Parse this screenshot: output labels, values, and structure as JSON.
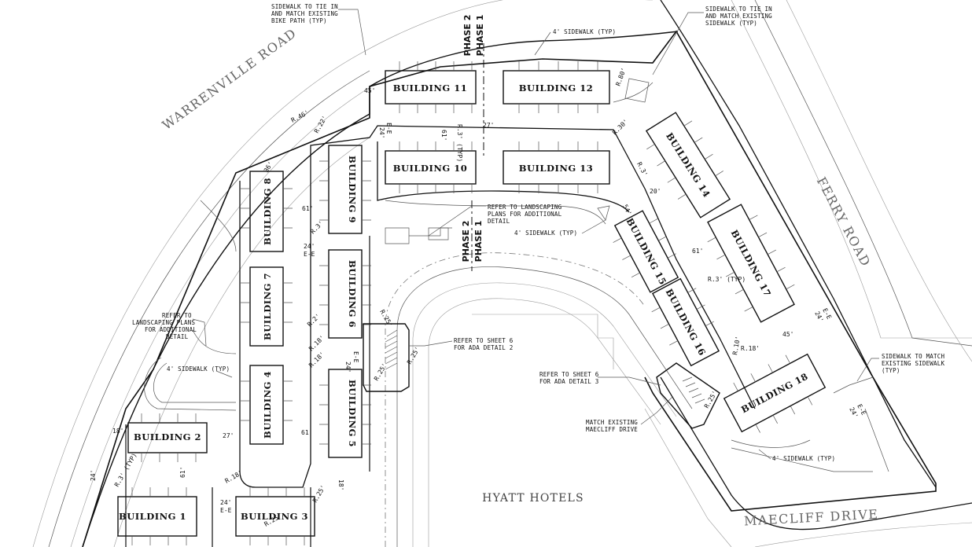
{
  "roads": {
    "warrenville": "WARRENVILLE ROAD",
    "ferry": "FERRY ROAD",
    "maecliff": "MAECLIFF DRIVE",
    "hyatt": "HYATT HOTELS"
  },
  "phases": {
    "top_phase2": "PHASE 2",
    "top_phase1": "PHASE 1",
    "mid_phase2": "PHASE 2",
    "mid_phase1": "PHASE 1"
  },
  "buildings": {
    "b1": "BUILDING 1",
    "b2": "BUILDING 2",
    "b3": "BUILDING 3",
    "b4": "BUILDING 4",
    "b5": "BUILDING 5",
    "b6": "BUILDING 6",
    "b7": "BUILDING 7",
    "b8": "BUILDING 8",
    "b9": "BUILDING 9",
    "b10": "BUILDING 10",
    "b11": "BUILDING 11",
    "b12": "BUILDING 12",
    "b13": "BUILDING 13",
    "b14": "BUILDING 14",
    "b15": "BUILDING 15",
    "b16": "BUILDING 16",
    "b17": "BUILDING 17",
    "b18": "BUILDING 18"
  },
  "notes": {
    "bike_path": [
      "SIDEWALK TO TIE IN",
      "AND MATCH EXISTING",
      "BIKE PATH (TYP)"
    ],
    "sidewalk_tie_ne": [
      "SIDEWALK TO TIE IN",
      "AND MATCH EXISTING",
      "SIDEWALK (TYP)"
    ],
    "sidewalk_top": "4' SIDEWALK (TYP)",
    "landscaping_mid": [
      "REFER TO LANDSCAPING",
      "PLANS FOR ADDITIONAL",
      "DETAIL"
    ],
    "sidewalk_mid": "4' SIDEWALK (TYP)",
    "landscaping_left": [
      "REFER TO",
      "LANDSCAPING PLANS",
      "FOR ADDITIONAL",
      "DETAIL"
    ],
    "sidewalk_left": "4' SIDEWALK (TYP)",
    "ada2": [
      "REFER TO SHEET 6",
      "FOR ADA DETAIL 2"
    ],
    "ada3": [
      "REFER TO SHEET 6",
      "FOR ADA DETAIL 3"
    ],
    "maecliff_match": [
      "MATCH EXISTING",
      "MAECLIFF DRIVE"
    ],
    "sidewalk_match_se": [
      "SIDEWALK TO MATCH",
      "EXISTING SIDEWALK",
      "(TYP)"
    ],
    "sidewalk_bottom": "4' SIDEWALK (TYP)"
  },
  "dimensions": {
    "d45": "45'",
    "r46": "R.46'",
    "d24ee_top": "24'",
    "ee_top": "E-E",
    "d61_top": "61'",
    "r3typ_top": "R.3' (TYP)",
    "d27_top": "27'",
    "r80": "R.80'",
    "r30": "R.30'",
    "d20": "20'",
    "r22": "R.22'",
    "d36": "36'",
    "d61_8": "61'",
    "r3_8": "R.3'",
    "d24_7": "24'",
    "ee_7": "E-E",
    "r2": "R.2'",
    "r18_6": "R.18'",
    "r18_5": "R.18'",
    "d24_5": "24'",
    "ee_5": "E-E",
    "r25_a": "R.25'",
    "r25_b": "R.25'",
    "r25_c": "R.25'",
    "d61_5": "61'",
    "d18_2": "18'",
    "d27_2": "27'",
    "d24_1": "24'",
    "r3typ_1": "R.3' (TYP)",
    "d61_1": "61'",
    "r18_1": "R.18'",
    "d24ee_3": "24'",
    "ee_3": "E-E",
    "r25_3": "R.25'",
    "r25_3b": "R.25'",
    "d18_3": "18'",
    "d61_17": "61'",
    "r3typ_17": "R.3' (TYP)",
    "d24_17": "24'",
    "ee_17": "E-E",
    "r10": "R.10'",
    "d45_16": "45'",
    "r18_16": "R.18'",
    "r25_18": "R.25'",
    "d54": "54'",
    "r3_14": "R.3'",
    "d24_18": "24'",
    "ee_18": "E-E"
  }
}
